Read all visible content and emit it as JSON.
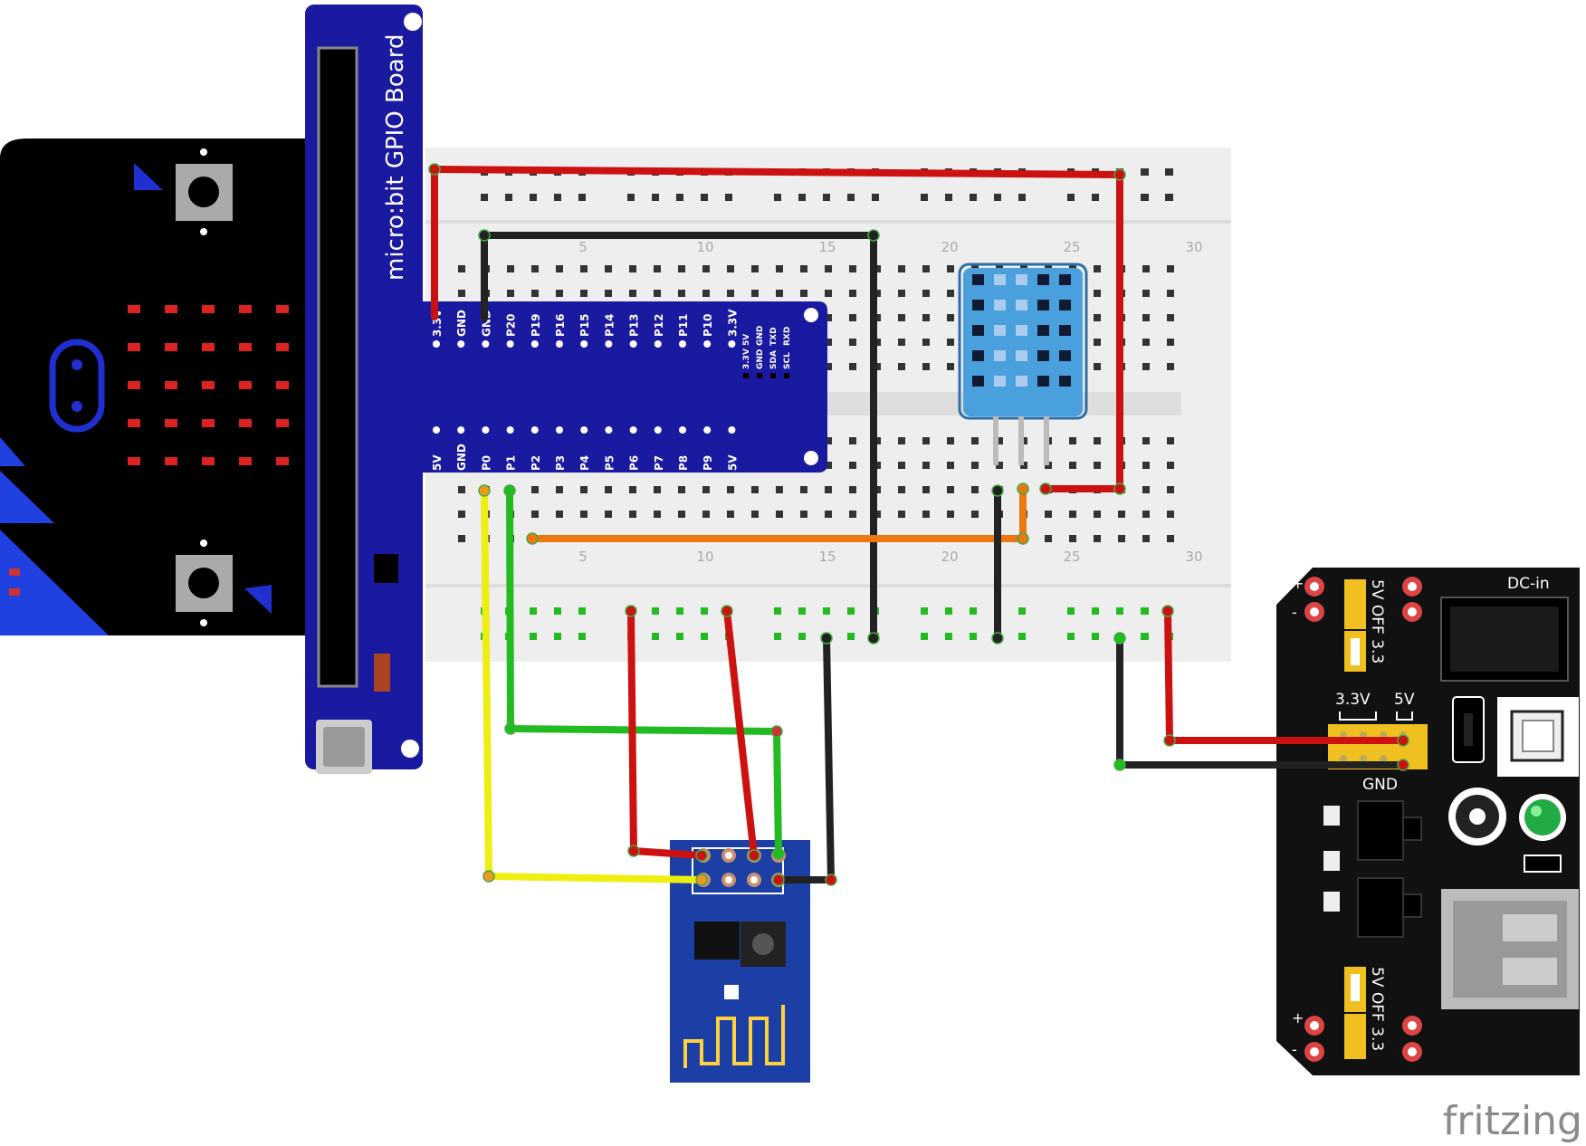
{
  "watermark": "fritzing",
  "gpio_board": {
    "title": "micro:bit GPIO Board",
    "pins_top": [
      "3.3V",
      "GND",
      "GND",
      "P20",
      "P19",
      "P16",
      "P15",
      "P14",
      "P13",
      "P12",
      "P11",
      "P10",
      "3.3V"
    ],
    "pins_bottom": [
      "5V",
      "GND",
      "P0",
      "P1",
      "P2",
      "P3",
      "P4",
      "P5",
      "P6",
      "P7",
      "P8",
      "P9",
      "5V"
    ],
    "side_top": [
      "3.3V",
      "GND",
      "SDA",
      "SCL"
    ],
    "side_bottom": [
      "5V",
      "GND",
      "TXD",
      "RXD"
    ]
  },
  "breadboard": {
    "column_labels": [
      "5",
      "10",
      "15",
      "20",
      "25",
      "30"
    ]
  },
  "power_module": {
    "dc_in": "DC-in",
    "selector_33": "3.3V",
    "selector_5": "5V",
    "gnd": "GND",
    "jumper_top": "5V OFF 3.3",
    "jumper_bottom": "5V OFF 3.3",
    "plus": "+",
    "minus": "-"
  },
  "colors": {
    "red_wire": "#cc1111",
    "black_wire": "#222222",
    "green_wire": "#22bb22",
    "yellow_wire": "#eeee11",
    "orange_wire": "#ee7711",
    "gpio_blue": "#1a1aa0",
    "sensor_blue": "#4aa0dd",
    "esp_blue": "#1c3fa6"
  }
}
